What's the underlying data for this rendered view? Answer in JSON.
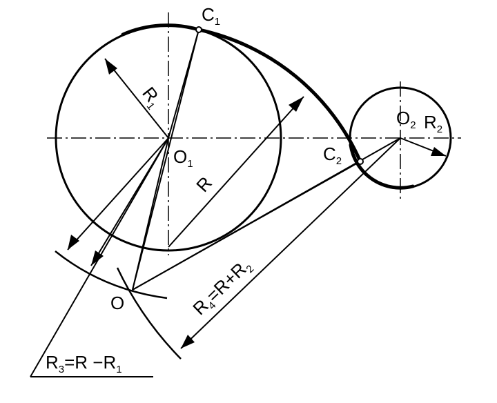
{
  "labels": {
    "c1": {
      "main": "C",
      "sub": "1"
    },
    "c2": {
      "main": "C",
      "sub": "2"
    },
    "o1": {
      "main": "O",
      "sub": "1"
    },
    "o2": {
      "main": "O",
      "sub": "2"
    },
    "o": {
      "main": "O"
    },
    "r1": {
      "main": "R",
      "sub": "1"
    },
    "r2": {
      "main": "R",
      "sub": "2"
    },
    "r": {
      "main": "R"
    },
    "r4": {
      "main": "R",
      "sub": "4",
      "formula": "=R+R",
      "sub2": "2"
    },
    "r3": {
      "main": "R",
      "sub": "3",
      "formula": "=R −R",
      "sub2": "1"
    }
  }
}
